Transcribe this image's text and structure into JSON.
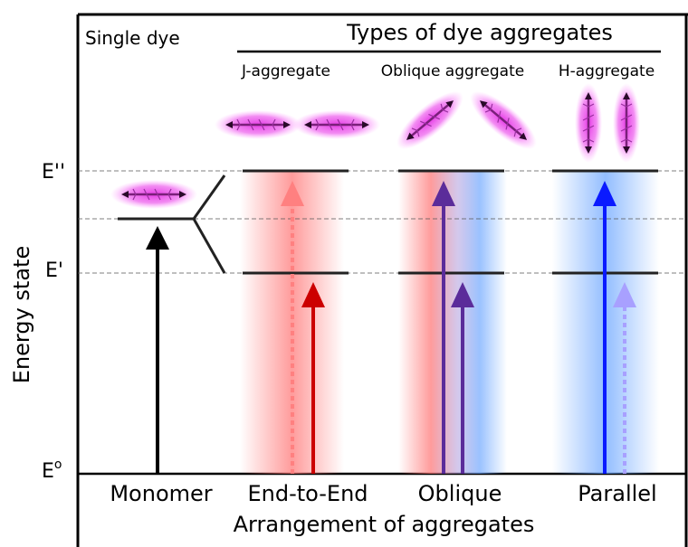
{
  "header": {
    "single_dye": "Single dye",
    "types_title": "Types of dye aggregates",
    "j_aggregate": "J-aggregate",
    "oblique_aggregate": "Oblique aggregate",
    "h_aggregate": "H-aggregate"
  },
  "levels": {
    "e_double": "E''",
    "e_single": "E'",
    "e_zero": "E",
    "e_zero_sup": "o"
  },
  "axis": {
    "ylabel": "Energy state",
    "xlabel": "Arrangement of aggregates"
  },
  "columns": {
    "monomer": "Monomer",
    "end_to_end": "End-to-End",
    "oblique": "Oblique",
    "parallel": "Parallel"
  },
  "colors": {
    "dye_glow": "#e040e0",
    "dye_core": "#7a1f7a",
    "red_glow": "#ff8a8a",
    "blue_glow": "#8ab8ff",
    "j_allowed": "#cc0000",
    "j_forbidden": "#ff8080",
    "oblique": "#5b2c9a",
    "h_allowed": "#0a1aff",
    "h_forbidden": "#a8a0ff"
  }
}
